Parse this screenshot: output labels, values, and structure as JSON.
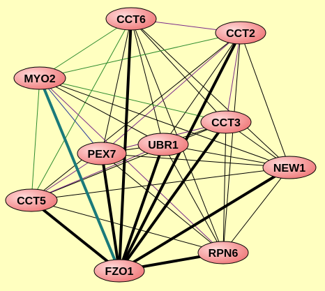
{
  "background": "#ffffc0",
  "colors": {
    "node_fill_light": "#ffd9d9",
    "node_fill_dark": "#ef7676",
    "node_stroke": "#000000",
    "edge_black": "#000000",
    "edge_green": "#2e8b2e",
    "edge_purple": "#7a2a8a",
    "edge_teal": "#1a7a7a",
    "edge_blue": "#2a3a9a"
  },
  "nodes": [
    {
      "id": "CCT6",
      "label": "CCT6"
    },
    {
      "id": "CCT2",
      "label": "CCT2"
    },
    {
      "id": "MYO2",
      "label": "MYO2"
    },
    {
      "id": "CCT3",
      "label": "CCT3"
    },
    {
      "id": "UBR1",
      "label": "UBR1"
    },
    {
      "id": "PEX7",
      "label": "PEX7"
    },
    {
      "id": "NEW1",
      "label": "NEW1"
    },
    {
      "id": "CCT5",
      "label": "CCT5"
    },
    {
      "id": "RPN6",
      "label": "RPN6"
    },
    {
      "id": "FZO1",
      "label": "FZO1"
    }
  ],
  "edges": [
    {
      "source": "CCT6",
      "target": "FZO1",
      "weight": "thick",
      "color": "black"
    },
    {
      "source": "CCT2",
      "target": "FZO1",
      "weight": "thick",
      "color": "black"
    },
    {
      "source": "CCT3",
      "target": "FZO1",
      "weight": "thick",
      "color": "black"
    },
    {
      "source": "UBR1",
      "target": "FZO1",
      "weight": "thick",
      "color": "black"
    },
    {
      "source": "PEX7",
      "target": "FZO1",
      "weight": "thick",
      "color": "black"
    },
    {
      "source": "NEW1",
      "target": "FZO1",
      "weight": "thick",
      "color": "black"
    },
    {
      "source": "CCT5",
      "target": "FZO1",
      "weight": "thick",
      "color": "black"
    },
    {
      "source": "RPN6",
      "target": "FZO1",
      "weight": "thick",
      "color": "black"
    },
    {
      "source": "MYO2",
      "target": "FZO1",
      "weight": "thick",
      "color": "teal"
    },
    {
      "source": "CCT6",
      "target": "CCT2",
      "weight": "thin",
      "color": "purple"
    },
    {
      "source": "CCT6",
      "target": "MYO2",
      "weight": "thin",
      "color": "green"
    },
    {
      "source": "CCT6",
      "target": "PEX7",
      "weight": "thin",
      "color": "black"
    },
    {
      "source": "CCT6",
      "target": "UBR1",
      "weight": "thin",
      "color": "black"
    },
    {
      "source": "CCT6",
      "target": "CCT3",
      "weight": "thin",
      "color": "black"
    },
    {
      "source": "CCT6",
      "target": "NEW1",
      "weight": "thin",
      "color": "black"
    },
    {
      "source": "CCT6",
      "target": "RPN6",
      "weight": "thin",
      "color": "black"
    },
    {
      "source": "CCT6",
      "target": "CCT5",
      "weight": "thin",
      "color": "green"
    },
    {
      "source": "CCT2",
      "target": "MYO2",
      "weight": "thin",
      "color": "green"
    },
    {
      "source": "CCT2",
      "target": "CCT3",
      "weight": "thin",
      "color": "purple"
    },
    {
      "source": "CCT2",
      "target": "UBR1",
      "weight": "thin",
      "color": "black"
    },
    {
      "source": "CCT2",
      "target": "PEX7",
      "weight": "thin",
      "color": "purple"
    },
    {
      "source": "CCT2",
      "target": "NEW1",
      "weight": "thin",
      "color": "black"
    },
    {
      "source": "CCT2",
      "target": "RPN6",
      "weight": "thin",
      "color": "black"
    },
    {
      "source": "CCT2",
      "target": "CCT5",
      "weight": "thin",
      "color": "black"
    },
    {
      "source": "MYO2",
      "target": "CCT3",
      "weight": "thin",
      "color": "green"
    },
    {
      "source": "MYO2",
      "target": "UBR1",
      "weight": "thin",
      "color": "black"
    },
    {
      "source": "MYO2",
      "target": "PEX7",
      "weight": "thin",
      "color": "blue"
    },
    {
      "source": "MYO2",
      "target": "NEW1",
      "weight": "thin",
      "color": "black"
    },
    {
      "source": "MYO2",
      "target": "CCT5",
      "weight": "thin",
      "color": "green"
    },
    {
      "source": "MYO2",
      "target": "RPN6",
      "weight": "thin",
      "color": "purple"
    },
    {
      "source": "CCT3",
      "target": "UBR1",
      "weight": "thin",
      "color": "black"
    },
    {
      "source": "CCT3",
      "target": "PEX7",
      "weight": "thin",
      "color": "purple"
    },
    {
      "source": "CCT3",
      "target": "NEW1",
      "weight": "thin",
      "color": "black"
    },
    {
      "source": "CCT3",
      "target": "CCT5",
      "weight": "thin",
      "color": "black"
    },
    {
      "source": "CCT3",
      "target": "RPN6",
      "weight": "thin",
      "color": "black"
    },
    {
      "source": "UBR1",
      "target": "PEX7",
      "weight": "thin",
      "color": "black"
    },
    {
      "source": "UBR1",
      "target": "NEW1",
      "weight": "thin",
      "color": "black"
    },
    {
      "source": "UBR1",
      "target": "CCT5",
      "weight": "thin",
      "color": "purple"
    },
    {
      "source": "UBR1",
      "target": "RPN6",
      "weight": "thin",
      "color": "black"
    },
    {
      "source": "PEX7",
      "target": "NEW1",
      "weight": "thin",
      "color": "black"
    },
    {
      "source": "PEX7",
      "target": "CCT5",
      "weight": "thin",
      "color": "purple"
    },
    {
      "source": "PEX7",
      "target": "RPN6",
      "weight": "thin",
      "color": "black"
    },
    {
      "source": "NEW1",
      "target": "CCT5",
      "weight": "thin",
      "color": "black"
    },
    {
      "source": "NEW1",
      "target": "RPN6",
      "weight": "thin",
      "color": "black"
    },
    {
      "source": "CCT5",
      "target": "RPN6",
      "weight": "thin",
      "color": "black"
    }
  ]
}
